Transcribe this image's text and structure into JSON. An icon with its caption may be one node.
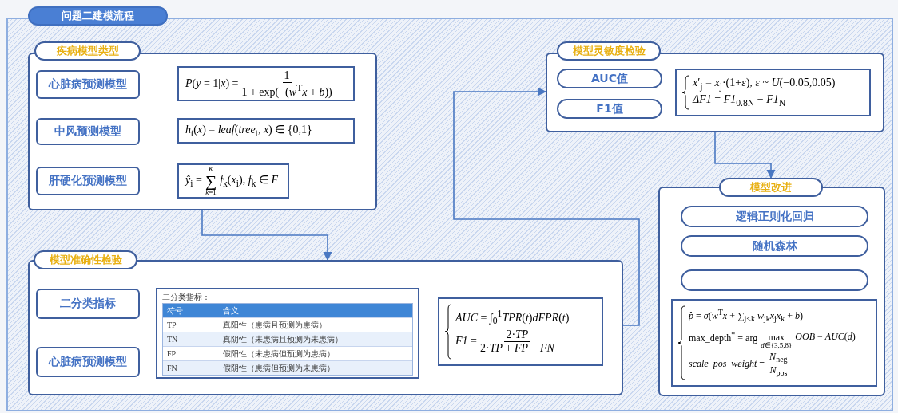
{
  "diagram": {
    "nodes": [
      {
        "text": [],
        "shape": "box"
      },
      {
        "text": [
          "问题二建模流程"
        ]
      },
      {
        "text": [],
        "shape": "box",
        "in": 0
      },
      {
        "text": [
          "疾病模型类型"
        ],
        "in": 0
      },
      {
        "text": [
          "心脏病预测模型"
        ],
        "in": 2
      },
      {
        "text": [
          "*P*(*y* = 1|*x*) =",
          "1",
          "1 + exp(−(*w*$^{T}$*x* + *b*))"
        ],
        "in": 2
      },
      {
        "text": [
          "中风预测模型"
        ],
        "in": 2
      },
      {
        "text": [
          "*h*$_{t}$(*x*) = *leaf*(*tree*$_{t}$, *x*) ∈ {0,1}"
        ],
        "in": 2
      },
      {
        "text": [
          "肝硬化预测模型"
        ],
        "in": 2
      },
      {
        "text": [
          "*ŷ*$_{i}$ =",
          "*K*",
          "∑",
          "*k*=1",
          "*f*$_{k}$(*x*$_{i}$),  *f*$_{k}$ ∈ *F*"
        ],
        "in": 2
      },
      {
        "text": [],
        "shape": "box",
        "in": 0
      },
      {
        "text": [
          "模型准确性检验"
        ],
        "in": 0
      },
      {
        "text": [
          "二分类指标"
        ],
        "in": 10
      },
      {
        "text": [
          "心脏病预测模型"
        ],
        "in": 10
      },
      {
        "text": [
          "二分类指标：",
          "符号",
          "含义",
          "TP",
          "真阳性（患病且预测为患病）",
          "TN",
          "真阴性（未患病且预测为未患病）",
          "FP",
          "假阳性（未患病但预测为患病）",
          "FN",
          "假阴性（患病但预测为未患病）"
        ],
        "in": 10
      },
      {
        "text": [
          "*AUC* = ∫$_{0}$$^{1}$*TPR*(*t*)*dFPR*(*t*)",
          "*F1* =",
          "2·*TP*",
          "2·*TP* + *FP* + *FN*"
        ],
        "in": 10
      },
      {
        "text": [],
        "shape": "box",
        "in": 0
      },
      {
        "text": [
          "模型灵敏度检验"
        ],
        "in": 0
      },
      {
        "text": [
          "AUC值"
        ],
        "in": 16
      },
      {
        "text": [
          "F1值"
        ],
        "in": 16
      },
      {
        "text": [
          "*x*′$_{j}$ = *x*$_{j}$·(1+*ε*),  *ε* ~ *U*(−0.05,0.05)",
          "*ΔF1* = *F1*$_{0.8N}$ − *F1*$_{N}$"
        ],
        "in": 16
      },
      {
        "text": [],
        "shape": "box",
        "in": 0
      },
      {
        "text": [
          "模型改进"
        ],
        "in": 0
      },
      {
        "text": [
          "逻辑正则化回归"
        ],
        "in": 21
      },
      {
        "text": [
          "随机森林"
        ],
        "in": 21
      },
      {
        "text": [],
        "shape": "box",
        "in": 21
      },
      {
        "text": [
          "*p̂* = *σ*(*w*$^{T}$*x* + ∑$_{j<k}$ *w*$_{jk}$*x*$_{j}$*x*$_{k}$ + *b*)",
          "max_depth$^{*}$ = arg",
          "max",
          "*d*∈{3,5,8}",
          "*OOB* − *AUC*(*d*)",
          "*scale_pos_weight* =",
          "*N*$_{neg}$",
          "*N*$_{pos}$"
        ],
        "in": 21
      }
    ],
    "edges": [
      {
        "from": 2,
        "to": 10,
        "arrow": "to"
      },
      {
        "from": 10,
        "to": 16,
        "arrow": "to"
      },
      {
        "from": 16,
        "to": 22,
        "arrow": "to"
      }
    ]
  }
}
